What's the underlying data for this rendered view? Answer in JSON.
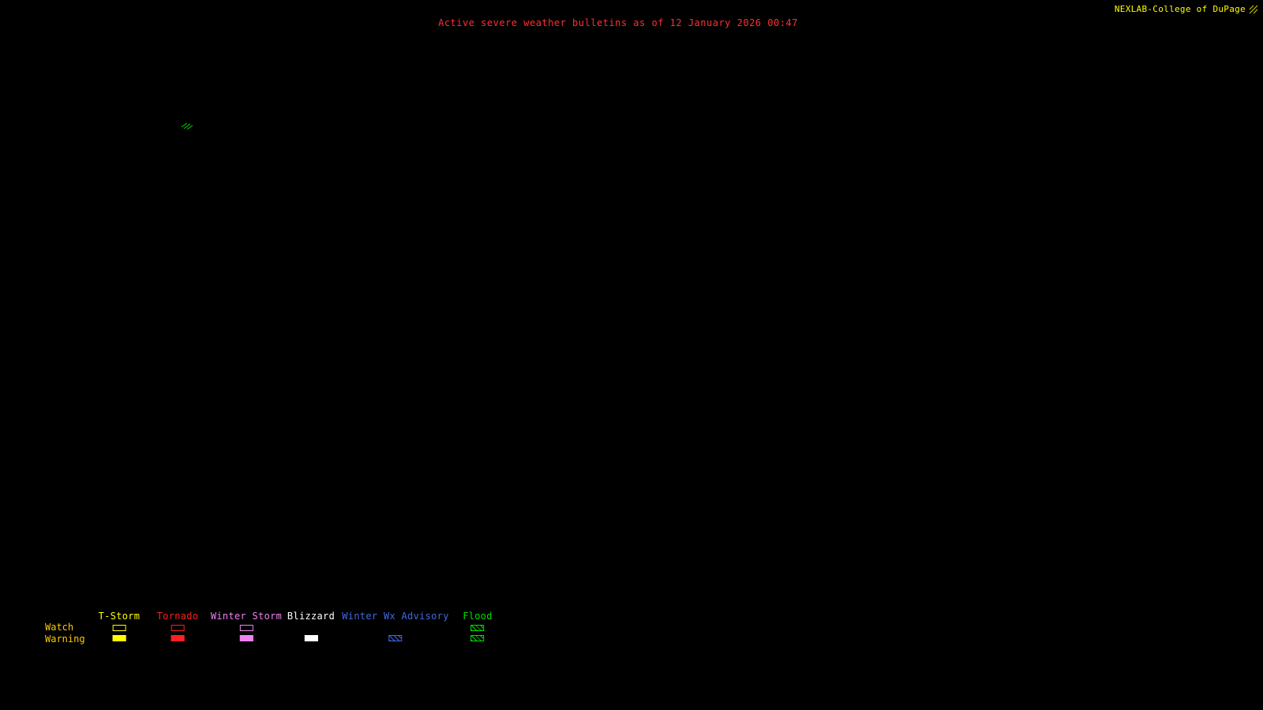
{
  "header": {
    "title": "Active severe weather bulletins as of 12 January 2026 00:47",
    "title_color": "#ff3030"
  },
  "branding": {
    "label": "NEXLAB-College of DuPage",
    "color": "#ffff00",
    "logo_icon": "cod-logo-icon"
  },
  "map": {
    "background_color": "#000000",
    "marker": {
      "name": "flood-advisory-polygon",
      "color": "#00ff00"
    }
  },
  "legend": {
    "watch_label": "Watch",
    "warning_label": "Warning",
    "row_label_color": "#ffc800",
    "columns": [
      {
        "id": "tstorm",
        "label": "T-Storm",
        "color": "#ffff00",
        "watch_style": "outline",
        "warning_style": "solid"
      },
      {
        "id": "tornado",
        "label": "Tornado",
        "color": "#ff2020",
        "watch_style": "outline",
        "warning_style": "solid"
      },
      {
        "id": "winter-storm",
        "label": "Winter Storm",
        "color": "#ee82ee",
        "watch_style": "outline",
        "warning_style": "solid"
      },
      {
        "id": "blizzard",
        "label": "Blizzard",
        "color": "#ffffff",
        "watch_style": "none",
        "warning_style": "solid"
      },
      {
        "id": "winter-wx-advisory",
        "label": "Winter Wx Advisory",
        "color": "#4169e1",
        "watch_style": "none",
        "warning_style": "hatch"
      },
      {
        "id": "flood",
        "label": "Flood",
        "color": "#00e000",
        "watch_style": "hatch",
        "warning_style": "hatch"
      }
    ]
  }
}
